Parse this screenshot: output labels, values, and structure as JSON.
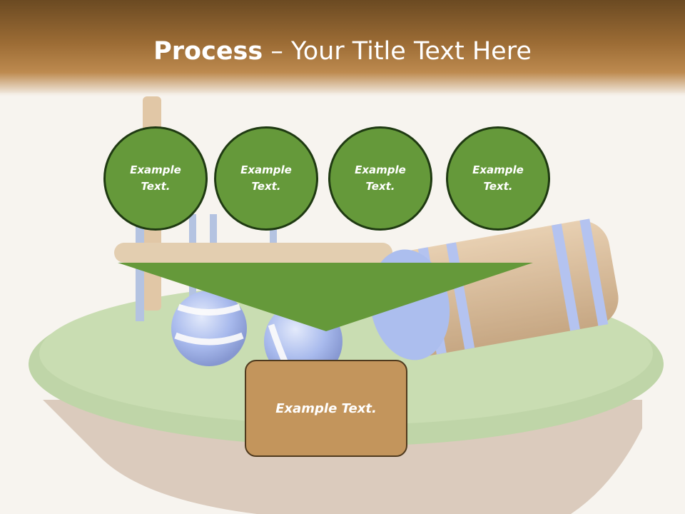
{
  "title": {
    "bold": "Process",
    "rest": " – Your Title Text Here"
  },
  "circles": [
    {
      "label": "Example Text."
    },
    {
      "label": "Example Text."
    },
    {
      "label": "Example Text."
    },
    {
      "label": "Example Text."
    }
  ],
  "box": {
    "label": "Example Text."
  },
  "colors": {
    "circle_fill": "#65993a",
    "box_fill": "#c3955c",
    "header": "#9c6c35"
  }
}
